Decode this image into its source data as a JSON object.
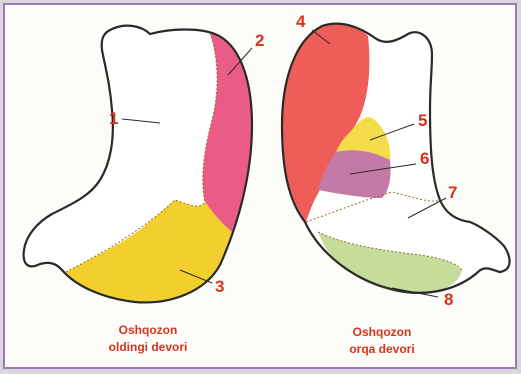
{
  "labels": {
    "n1": "1",
    "n2": "2",
    "n3": "3",
    "n4": "4",
    "n5": "5",
    "n6": "6",
    "n7": "7",
    "n8": "8"
  },
  "captions": {
    "anterior_line1": "Oshqozon",
    "anterior_line2": "oldingi devori",
    "posterior_line1": "Oshqozon",
    "posterior_line2": "orqa devori"
  },
  "colors": {
    "outline": "#2a2a2a",
    "label": "#d6331f",
    "region_1": "#ffffff",
    "region_2": "#ea5c86",
    "region_3": "#f2cf2c",
    "region_4": "#ef5d58",
    "region_5": "#f4dd48",
    "region_6": "#c47aa6",
    "region_7": "#ffffff",
    "region_8": "#c6dc9a"
  }
}
